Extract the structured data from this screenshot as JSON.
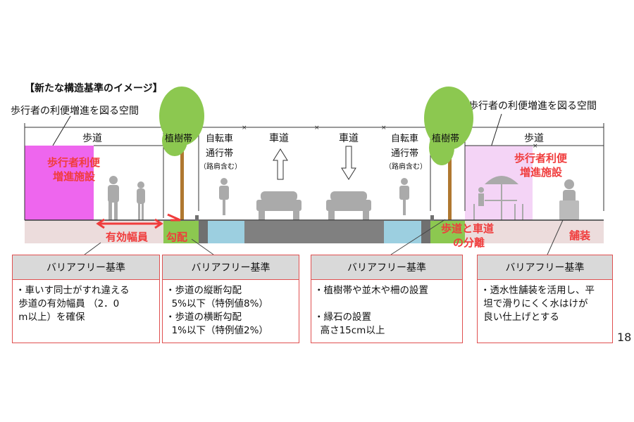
{
  "title": "【新たな構造基準のイメージ】",
  "callouts": {
    "left_space": "歩行者の利便増進を図る空間",
    "right_space": "歩行者の利便増進を図る空間"
  },
  "sections": {
    "sidewalk_left": "歩道",
    "planting_left": "植樹帯",
    "bike_left_1": "自転車",
    "bike_left_2": "通行帯",
    "bike_left_3": "（路肩含む）",
    "road_up": "車道",
    "road_down": "車道",
    "bike_right_1": "自転車",
    "bike_right_2": "通行帯",
    "bike_right_3": "（路肩含む）",
    "planting_right": "植樹帯",
    "sidewalk_right": "歩道"
  },
  "facility_left": [
    "歩行者利便",
    "増進施設"
  ],
  "facility_right": [
    "歩行者利便",
    "増進施設"
  ],
  "labels": {
    "effective_width": "有効幅員",
    "slope": "勾配",
    "separation_1": "歩道と車道",
    "separation_2": "の分離",
    "paving": "舗装"
  },
  "boxes": [
    {
      "header": "バリアフリー基準",
      "lines": [
        "・車いす同士がすれ違える",
        " 歩道の有効幅員 （2．0",
        " m以上）を確保"
      ]
    },
    {
      "header": "バリアフリー基準",
      "lines": [
        "・歩道の縦断勾配",
        "  5%以下（特例値8%）",
        "・歩道の横断勾配",
        "  1%以下（特例値2%）"
      ]
    },
    {
      "header": "バリアフリー基準",
      "lines": [
        "・植樹帯や並木や柵の設置",
        "",
        "・縁石の設置",
        "  高さ15cm以上"
      ]
    },
    {
      "header": "バリアフリー基準",
      "lines": [
        "・透水性舗装を活用し、平",
        " 坦で滑りにくく水はけが",
        " 良い仕上げとする"
      ]
    }
  ],
  "page_number": "18",
  "colors": {
    "red": "#f03c3c",
    "magenta": "#ee66ee",
    "light_pink": "#f4d4f6",
    "sidewalk": "#ecdcdc",
    "green": "#8cc850",
    "blue": "#9ccfe0",
    "road": "#808080"
  }
}
